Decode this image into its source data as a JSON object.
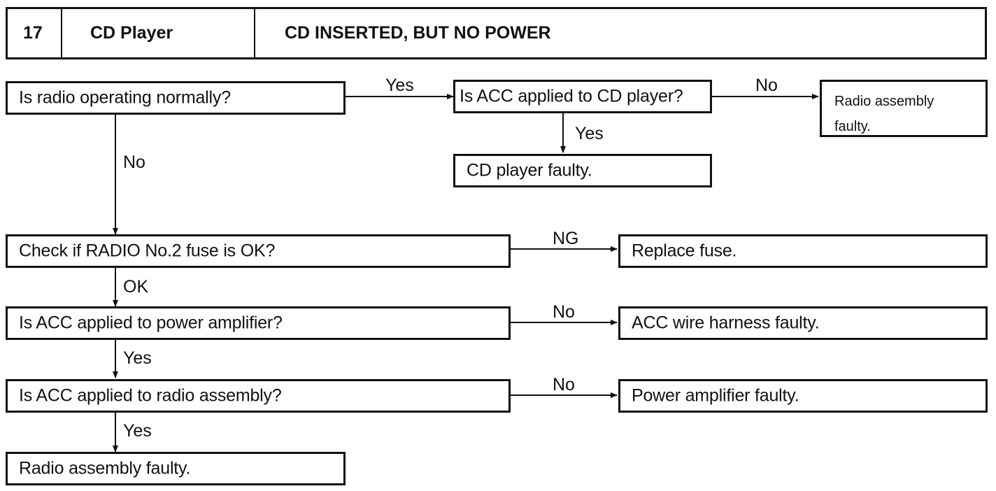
{
  "header": {
    "number": "17",
    "system": "CD Player",
    "symptom": "CD INSERTED, BUT NO POWER"
  },
  "nodes": {
    "radio_normal": "Is radio operating normally?",
    "acc_cd": "Is ACC applied to CD player?",
    "radio_faulty_top_line1": "Radio assembly",
    "radio_faulty_top_line2": "faulty.",
    "cd_faulty": "CD player faulty.",
    "fuse_check": "Check if RADIO No.2 fuse is OK?",
    "replace_fuse": "Replace fuse.",
    "acc_amp": "Is ACC applied to power amplifier?",
    "acc_harness": "ACC wire harness faulty.",
    "acc_radio": "Is ACC applied to radio assembly?",
    "amp_faulty": "Power amplifier faulty.",
    "radio_faulty_bottom": "Radio assembly faulty."
  },
  "edges": {
    "radio_yes": "Yes",
    "radio_no": "No",
    "acc_cd_no": "No",
    "acc_cd_yes": "Yes",
    "fuse_ng": "NG",
    "fuse_ok": "OK",
    "amp_no": "No",
    "amp_yes": "Yes",
    "radio_acc_no": "No",
    "radio_acc_yes": "Yes"
  }
}
